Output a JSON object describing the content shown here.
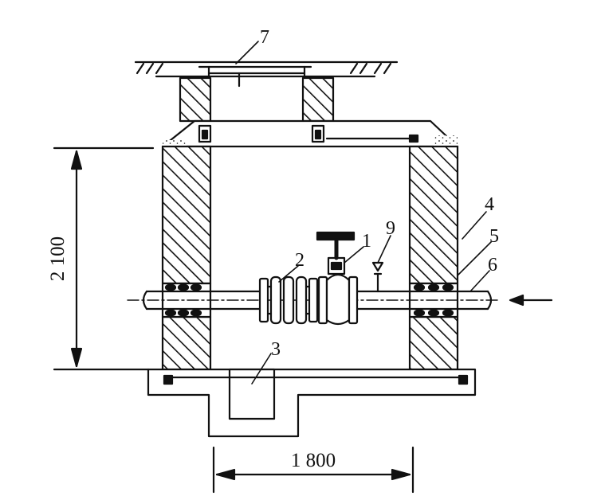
{
  "dimensions": {
    "height": "2 100",
    "width": "1 800"
  },
  "callouts": [
    "1",
    "2",
    "3",
    "4",
    "5",
    "6",
    "7",
    "9"
  ],
  "colors": {
    "ink": "#111111",
    "paper": "#ffffff"
  }
}
